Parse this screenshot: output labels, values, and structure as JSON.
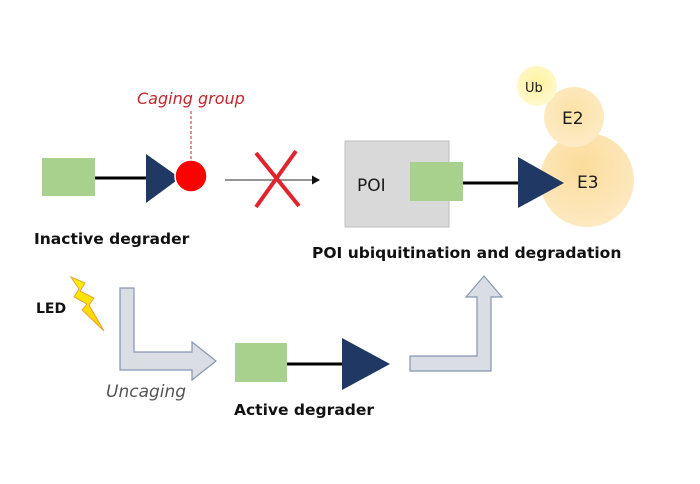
{
  "labels": {
    "caging_group": "Caging group",
    "inactive_degrader": "Inactive degrader",
    "poi": "POI",
    "ub": "Ub",
    "e2": "E2",
    "e3": "E3",
    "poi_ubiquitination": "POI ubiquitination  and degradation",
    "led": "LED",
    "uncaging": "Uncaging",
    "active_degrader": "Active degrader"
  },
  "colors": {
    "ligand_green": "#a9d18e",
    "warhead_navy": "#1f3864",
    "caging_red": "#ff0000",
    "caging_text": "#c0282d",
    "blocked_x": "#e0242b",
    "poi_box": "#d9d9d9",
    "ub_yellow": "#fff5a8",
    "e_ligase": "#fde3a7",
    "process_arrow": "#dadde3",
    "lightning": "#ffde00"
  }
}
